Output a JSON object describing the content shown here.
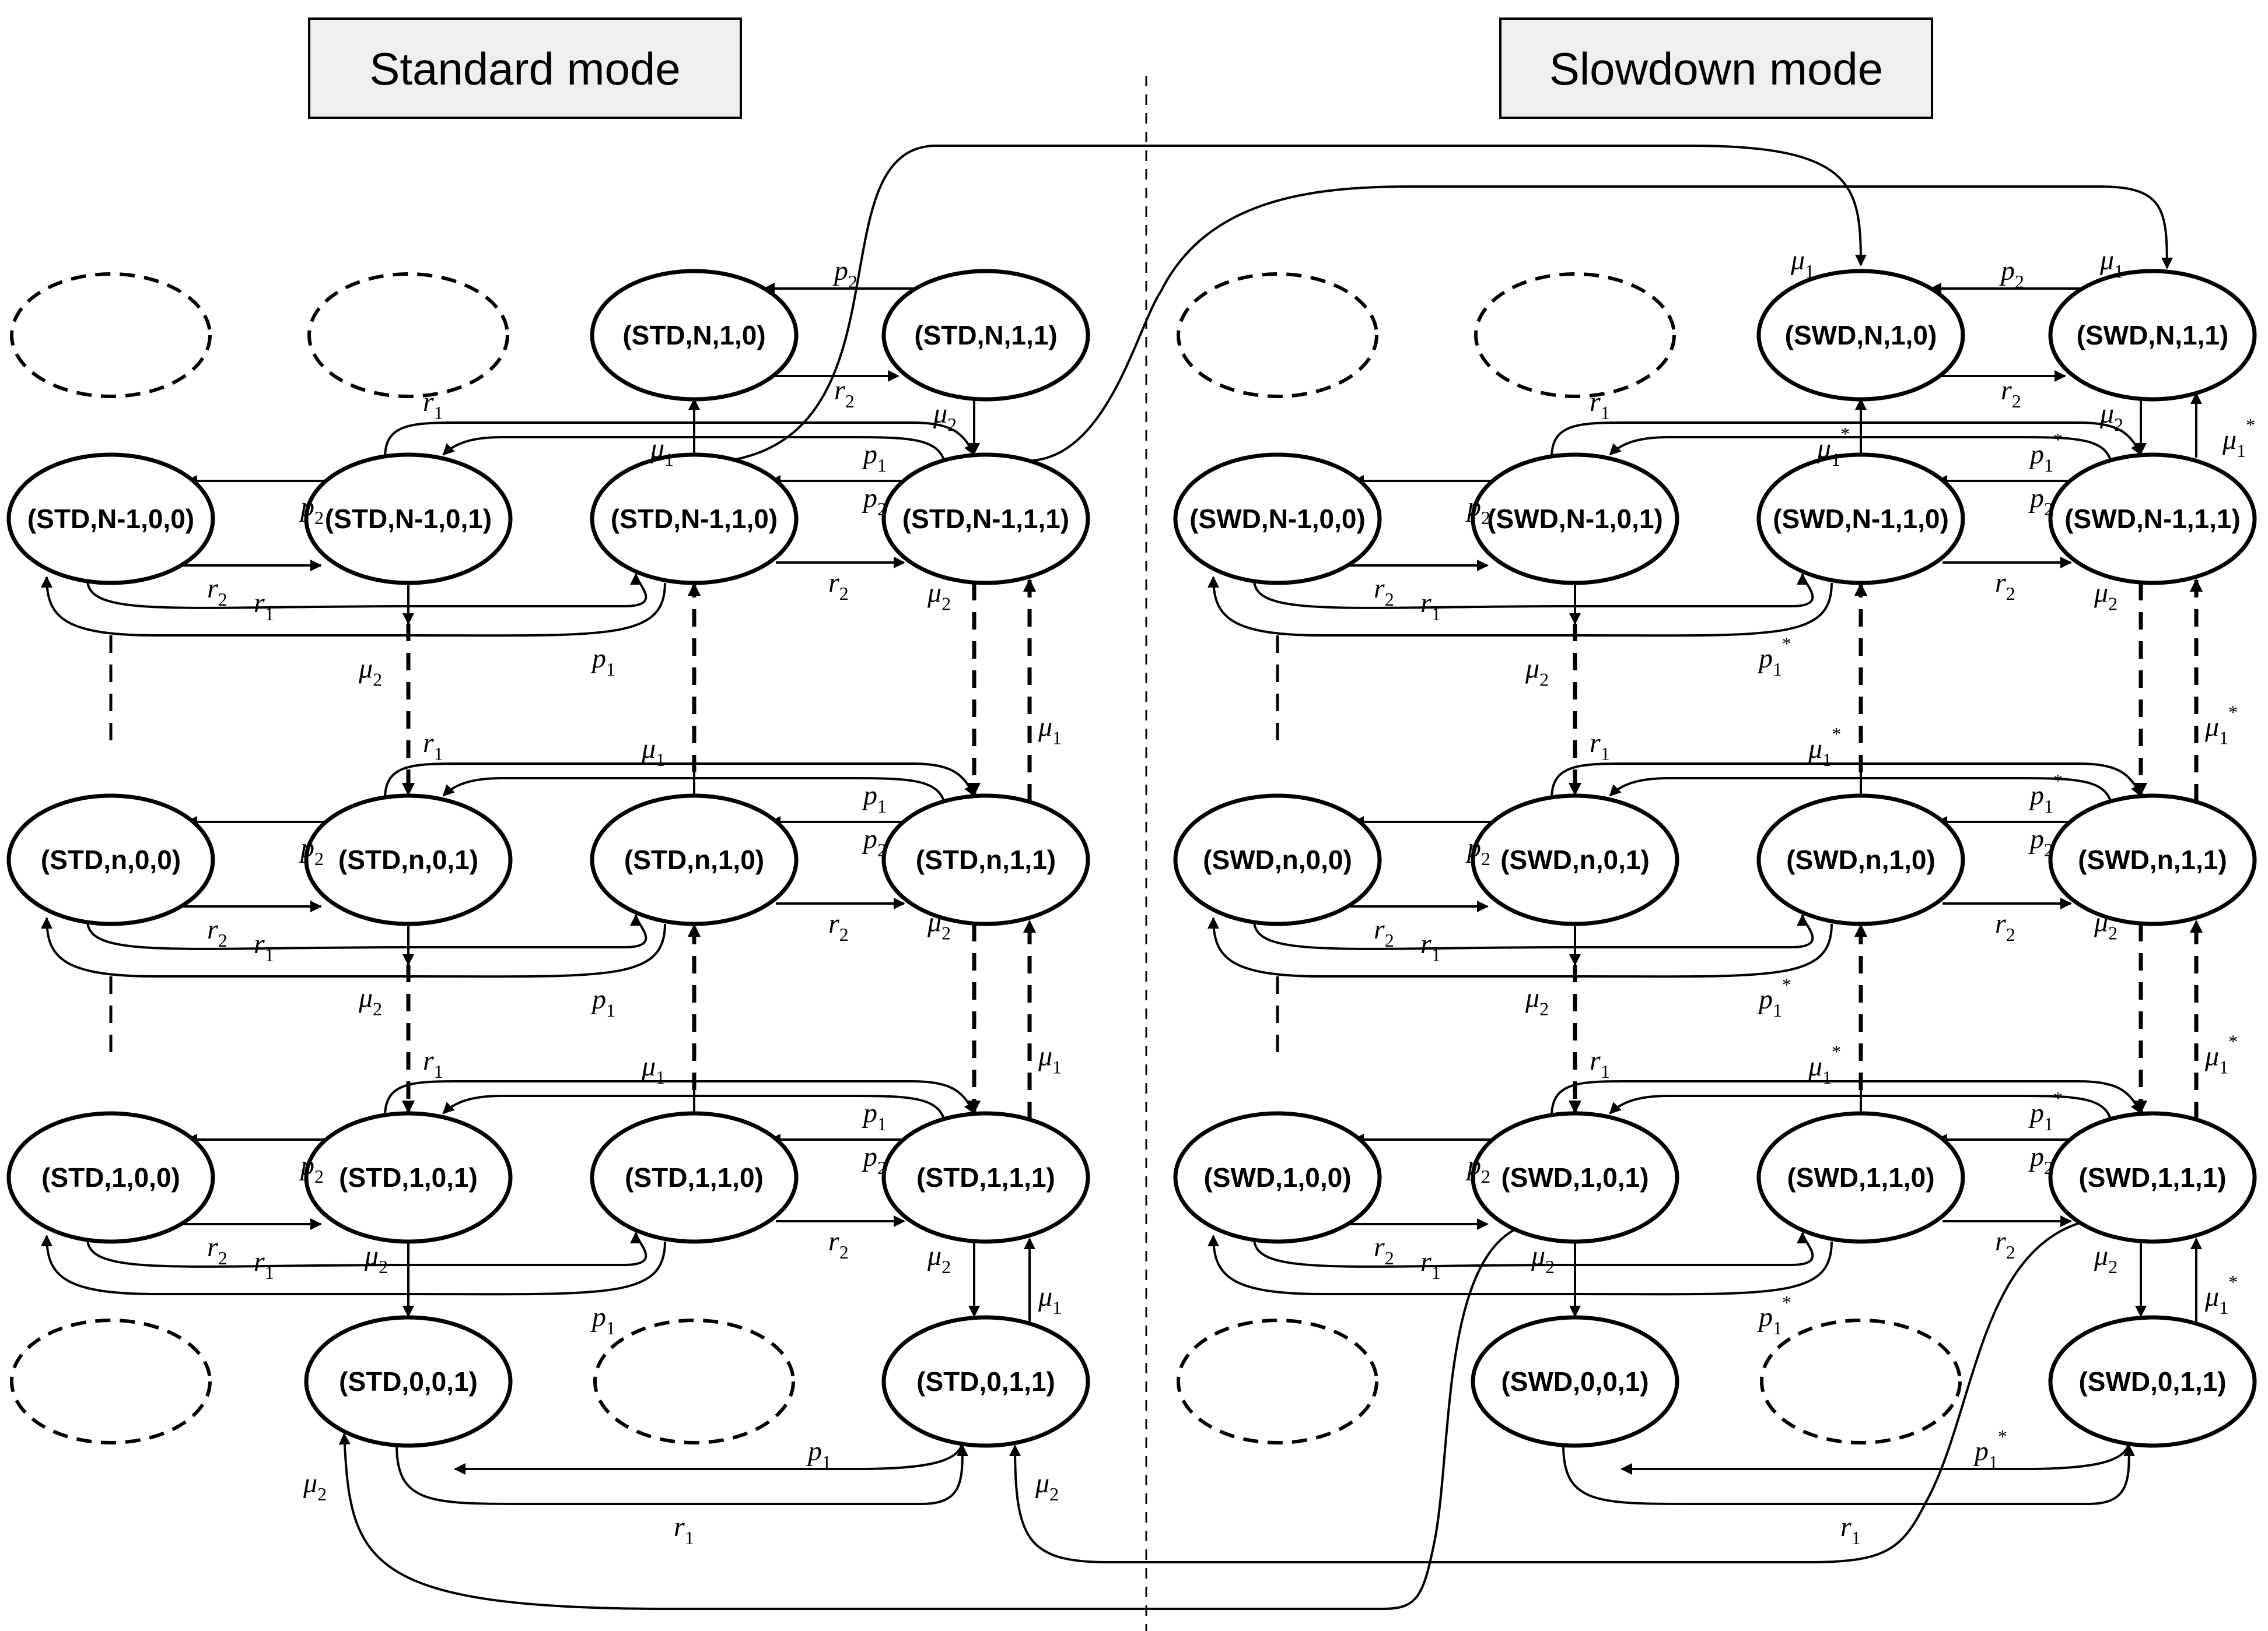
{
  "modes": {
    "standard": "Standard mode",
    "slowdown": "Slowdown mode"
  },
  "states": {
    "std": {
      "N_1_0": "(STD,N,1,0)",
      "N_1_1": "(STD,N,1,1)",
      "Nm1_0_0": "(STD,N-1,0,0)",
      "Nm1_0_1": "(STD,N-1,0,1)",
      "Nm1_1_0": "(STD,N-1,1,0)",
      "Nm1_1_1": "(STD,N-1,1,1)",
      "n_0_0": "(STD,n,0,0)",
      "n_0_1": "(STD,n,0,1)",
      "n_1_0": "(STD,n,1,0)",
      "n_1_1": "(STD,n,1,1)",
      "1_0_0": "(STD,1,0,0)",
      "1_0_1": "(STD,1,0,1)",
      "1_1_0": "(STD,1,1,0)",
      "1_1_1": "(STD,1,1,1)",
      "0_0_1": "(STD,0,0,1)",
      "0_1_1": "(STD,0,1,1)"
    },
    "swd": {
      "N_1_0": "(SWD,N,1,0)",
      "N_1_1": "(SWD,N,1,1)",
      "Nm1_0_0": "(SWD,N-1,0,0)",
      "Nm1_0_1": "(SWD,N-1,0,1)",
      "Nm1_1_0": "(SWD,N-1,1,0)",
      "Nm1_1_1": "(SWD,N-1,1,1)",
      "n_0_0": "(SWD,n,0,0)",
      "n_0_1": "(SWD,n,0,1)",
      "n_1_0": "(SWD,n,1,0)",
      "n_1_1": "(SWD,n,1,1)",
      "1_0_0": "(SWD,1,0,0)",
      "1_0_1": "(SWD,1,0,1)",
      "1_1_0": "(SWD,1,1,0)",
      "1_1_1": "(SWD,1,1,1)",
      "0_0_1": "(SWD,0,0,1)",
      "0_1_1": "(SWD,0,1,1)"
    }
  },
  "rates": {
    "p1": {
      "base": "p",
      "sub": "1"
    },
    "p2": {
      "base": "p",
      "sub": "2"
    },
    "r1": {
      "base": "r",
      "sub": "1"
    },
    "r2": {
      "base": "r",
      "sub": "2"
    },
    "mu1": {
      "base": "μ",
      "sub": "1"
    },
    "mu2": {
      "base": "μ",
      "sub": "2"
    },
    "star": "*"
  }
}
